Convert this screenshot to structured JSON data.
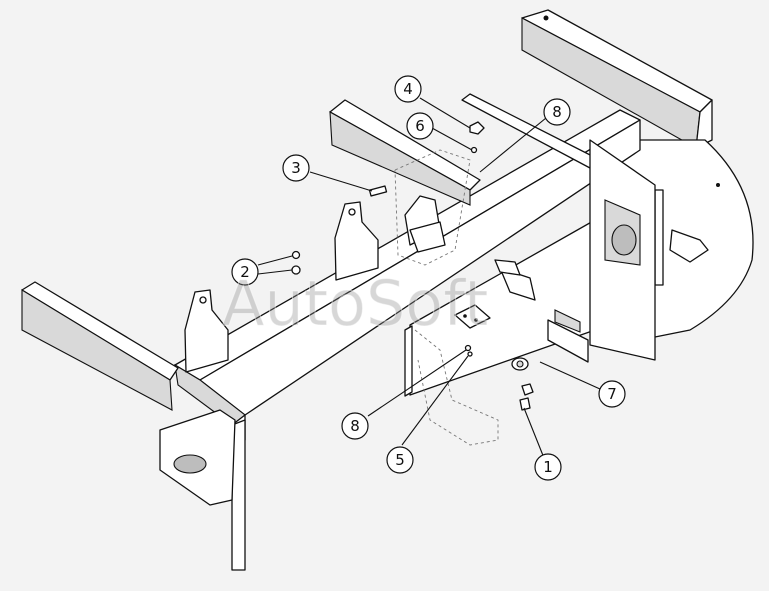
{
  "watermark": "AutoSoft",
  "callouts": [
    {
      "label": "1"
    },
    {
      "label": "2"
    },
    {
      "label": "3"
    },
    {
      "label": "4"
    },
    {
      "label": "5"
    },
    {
      "label": "6"
    },
    {
      "label": "7"
    },
    {
      "label": "8"
    },
    {
      "label": "8"
    }
  ]
}
